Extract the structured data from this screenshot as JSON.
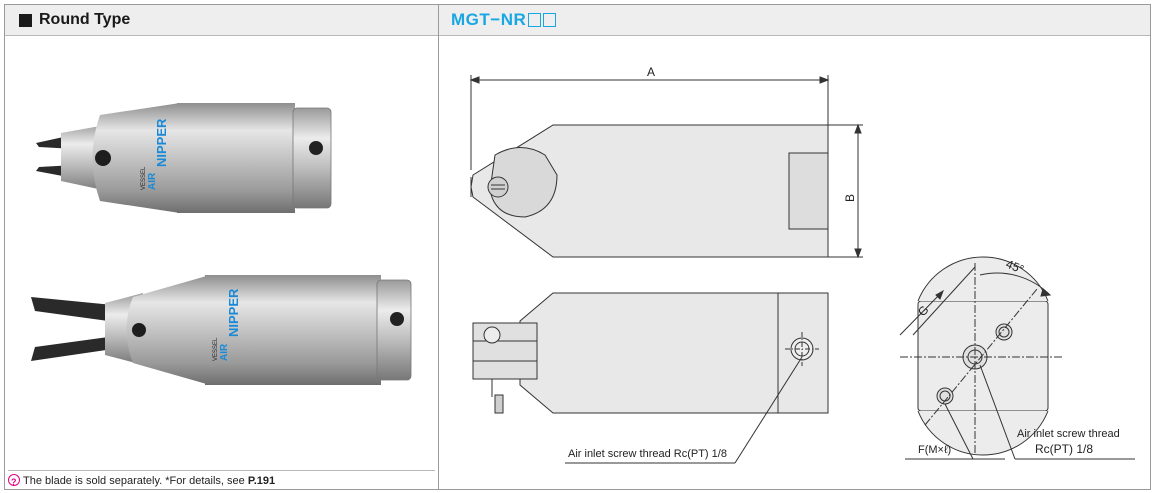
{
  "left_panel": {
    "title": "Round Type",
    "note_text": "The blade is sold separately. *For details, see ",
    "note_ref": "P.191",
    "brand_small": "VESSEL",
    "brand_air": "AIR",
    "brand_nipper": "NIPPER"
  },
  "right_panel": {
    "model_prefix": "MGT−NR"
  },
  "drawing": {
    "dim_a": "A",
    "dim_b": "B",
    "dim_g": "G",
    "angle": "45°",
    "f_label": "F(M×ℓ)",
    "side_callout": "Air inlet screw thread Rc(PT) 1/8",
    "end_callout_line1": "Air inlet screw thread",
    "end_callout_line2": "Rc(PT) 1/8"
  }
}
